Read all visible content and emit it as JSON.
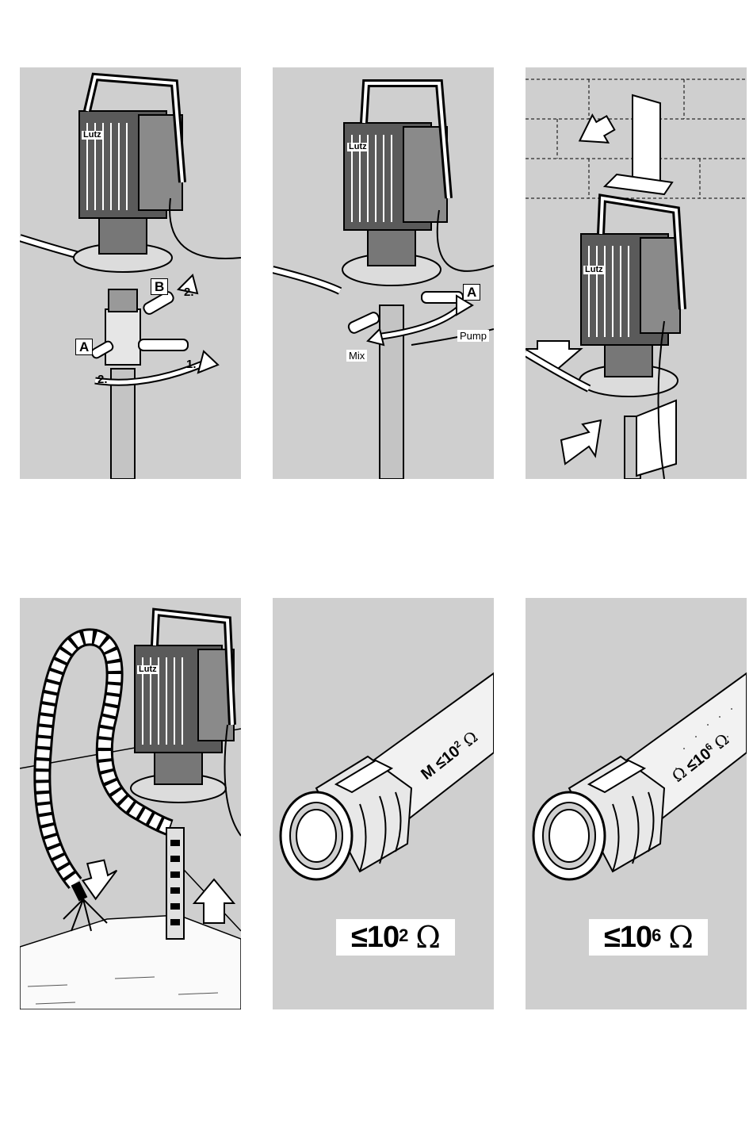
{
  "panels": {
    "p1": {
      "label_b": "B",
      "label_a": "A",
      "step_1": "1.",
      "step_2a": "2.",
      "step_2b": "2.",
      "brand": "Lutz"
    },
    "p2": {
      "label_a": "A",
      "mix": "Mix",
      "pump": "Pump",
      "brand": "Lutz"
    },
    "p3": {
      "brand": "Lutz"
    },
    "p4": {
      "brand": "Lutz"
    },
    "p5": {
      "hose_m": "M",
      "hose_le": "≤10",
      "hose_exp": "2",
      "hose_omega": "Ω",
      "box_le": "≤10",
      "box_exp": "2",
      "box_omega": "Ω"
    },
    "p6": {
      "hose_omega": "Ω",
      "hose_le": "≤10",
      "hose_exp": "6",
      "hose_omega2": "Ω",
      "box_le": "≤10",
      "box_exp": "6",
      "box_omega": "Ω"
    }
  },
  "colors": {
    "panel_bg": "#cfcfcf",
    "line": "#000000",
    "highlight": "#ffffff"
  }
}
